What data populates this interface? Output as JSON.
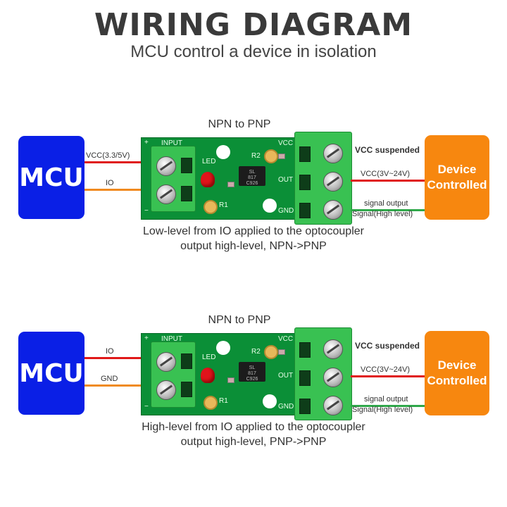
{
  "header": {
    "title": "WIRING DIAGRAM",
    "subtitle": "MCU control a device in isolation"
  },
  "diagrams": [
    {
      "heading": "NPN to PNP",
      "mcu_label": "MCU",
      "device_label": "Device\nControlled",
      "left_wire_top": "VCC(3.3/5V)",
      "left_wire_bottom": "IO",
      "right_vcc_suspended": "VCC suspended",
      "right_vcc": "VCC(3V~24V)",
      "right_signal": "signal output",
      "right_signal_level": "Signal(High level)",
      "board": {
        "input": "INPUT",
        "plus": "+",
        "minus": "−",
        "led": "LED",
        "r1": "R1",
        "r2": "R2",
        "vcc": "VCC",
        "out": "OUT",
        "gnd": "GND",
        "opto_text": "SL\n817\nC926"
      },
      "caption_line1": "Low-level from IO applied to the optocoupler",
      "caption_line2": "output high-level, NPN->PNP"
    },
    {
      "heading": "NPN to PNP",
      "mcu_label": "MCU",
      "device_label": "Device\nControlled",
      "left_wire_top": "IO",
      "left_wire_bottom": "GND",
      "right_vcc_suspended": "VCC suspended",
      "right_vcc": "VCC(3V~24V)",
      "right_signal": "signal output",
      "right_signal_level": "Signal(High level)",
      "board": {
        "input": "INPUT",
        "plus": "+",
        "minus": "−",
        "led": "LED",
        "r1": "R1",
        "r2": "R2",
        "vcc": "VCC",
        "out": "OUT",
        "gnd": "GND",
        "opto_text": "SL\n817\nC926"
      },
      "caption_line1": "High-level from IO applied to the optocoupler",
      "caption_line2": "output high-level, PNP->PNP"
    }
  ],
  "colors": {
    "mcu": "#0a1fe6",
    "device": "#f7870f",
    "wire_red": "#e01919",
    "wire_orange": "#f08a20",
    "wire_green": "#2fa84a",
    "pcb": "#0b8f37",
    "terminal": "#39c152"
  }
}
